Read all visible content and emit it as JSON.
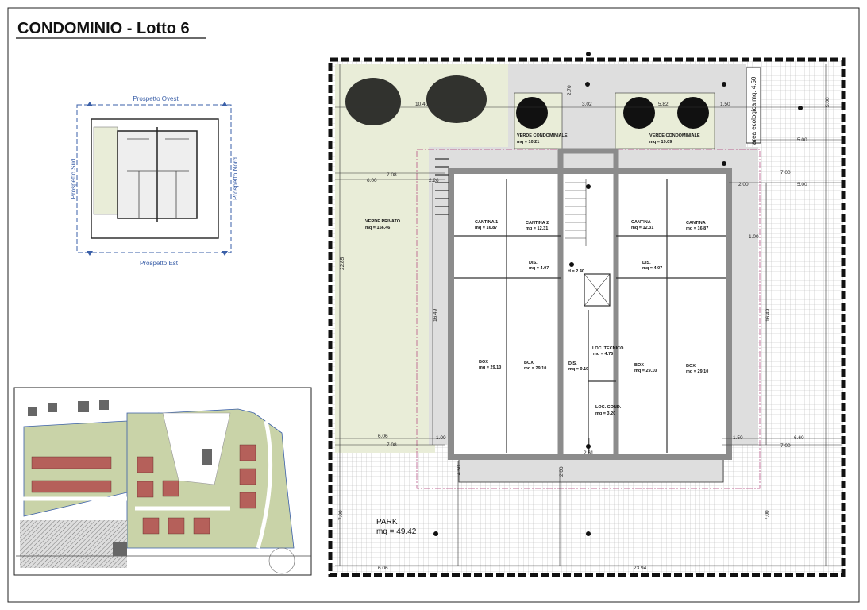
{
  "title": "CONDOMINIO - Lotto 6",
  "key_plan": {
    "north_label": "Prospetto Ovest",
    "south_label": "Prospetto Est",
    "left_label": "Prospetto Sud",
    "right_label": "Prospetto Nord"
  },
  "floor_plan": {
    "areas": {
      "verde_privato": {
        "name": "VERDE PRIVATO",
        "area": "mq = 156.46"
      },
      "verde_cond_1": {
        "name": "VERDE CONDOMINIALE",
        "area": "mq = 10.21"
      },
      "verde_cond_2": {
        "name": "VERDE CONDOMINIALE",
        "area": "mq = 19.09"
      },
      "area_ecologica": "area ecologica mq. 4.50",
      "park": {
        "name": "PARK",
        "area": "mq = 49.42"
      }
    },
    "rooms": [
      {
        "name": "CANTINA 1",
        "area": "mq = 16.87"
      },
      {
        "name": "CANTINA 2",
        "area": "mq = 12.31"
      },
      {
        "name": "CANTINA",
        "area": "mq = 12.31"
      },
      {
        "name": "CANTINA",
        "area": "mq = 16.87"
      },
      {
        "name": "DIS.",
        "area": "mq = 4.07"
      },
      {
        "name": "DIS.",
        "area": "mq = 4.07"
      },
      {
        "name": "BOX",
        "area": "mq = 29.10"
      },
      {
        "name": "BOX",
        "area": "mq = 29.10"
      },
      {
        "name": "DIS.",
        "area": "mq = 9.19"
      },
      {
        "name": "LOC. TECNICO",
        "area": "mq = 4.75"
      },
      {
        "name": "LOC. COND.",
        "area": "mq = 3.20"
      },
      {
        "name": "BOX",
        "area": "mq = 29.10"
      },
      {
        "name": "BOX",
        "area": "mq = 29.10"
      }
    ],
    "height_label": "H = 2.40",
    "dimensions": [
      "10.40",
      "3.02",
      "5.82",
      "1.50",
      "7.08",
      "6.00",
      "2.26",
      "22.85",
      "16.49",
      "16.49",
      "6.06",
      "7.08",
      "1.00",
      "2.61",
      "1.50",
      "6.60",
      "7.00",
      "5.00",
      "7.00",
      "23.94",
      "6.06",
      "2.00",
      "2.70",
      "5.00",
      "7.00",
      "7.00",
      "2.00",
      "1.00",
      "4.50",
      "5.00"
    ]
  },
  "colors": {
    "verde": "#e9edd8",
    "paving": "#dedede",
    "wall": "#8c8c8c",
    "blue": "#3a5fa8",
    "roof": "#b5605a",
    "site_green": "#c9d3a8"
  }
}
